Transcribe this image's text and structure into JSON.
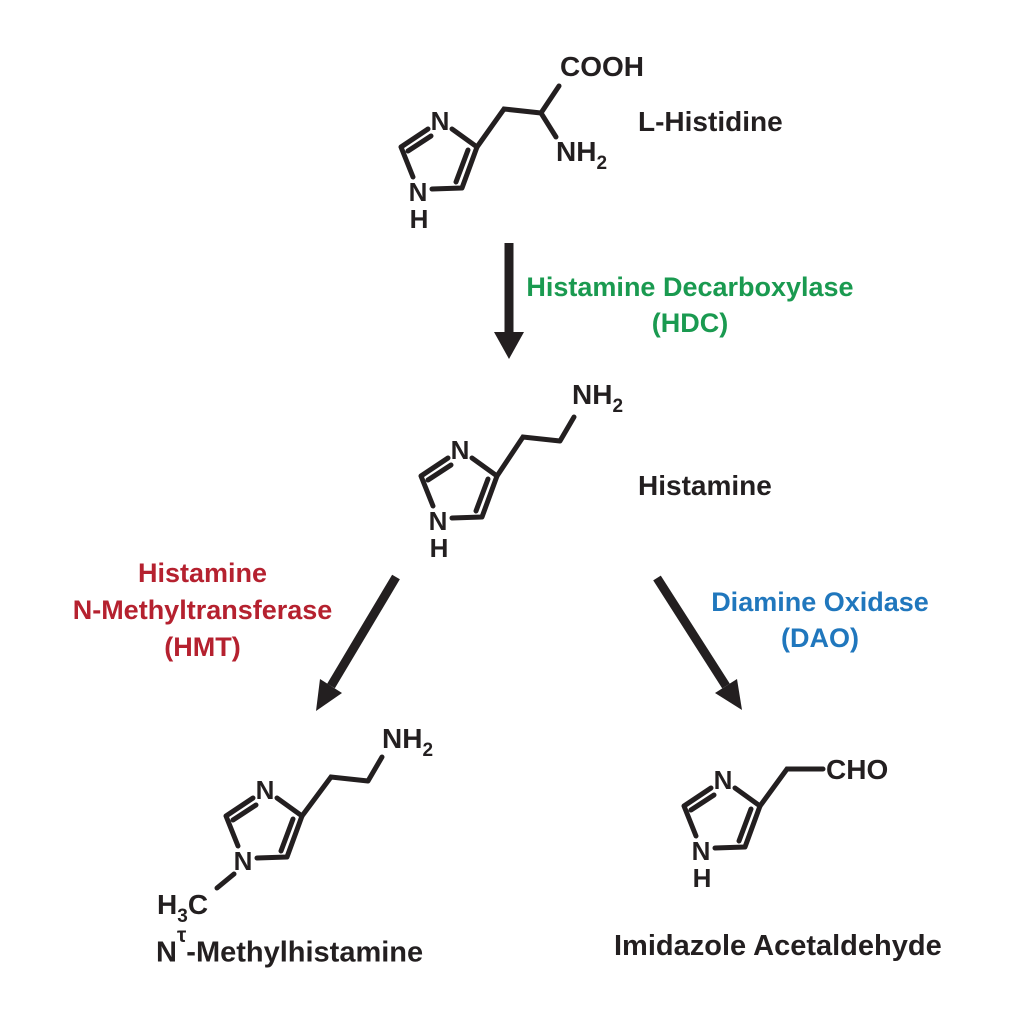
{
  "palette": {
    "ink": "#231f20",
    "green": "#1a9a50",
    "red": "#b5212f",
    "blue": "#2077bd",
    "background": "#ffffff"
  },
  "atoms": {
    "n": "N",
    "h": "H",
    "nh": "NH",
    "sub2": "2",
    "sub3": "3",
    "c": "C",
    "cooh": "COOH",
    "cho": "CHO"
  },
  "molecules": {
    "histidine": {
      "name": "L-Histidine"
    },
    "histamine": {
      "name": "Histamine"
    },
    "methylhistamine": {
      "prefix": "N",
      "tau": "τ",
      "suffix": "-Methylhistamine"
    },
    "acetaldehyde": {
      "name": "Imidazole Acetaldehyde"
    }
  },
  "enzymes": {
    "hdc": {
      "name": "Histamine Decarboxylase",
      "abbr": "(HDC)"
    },
    "hmt": {
      "line1": "Histamine",
      "line2": "N-Methyltransferase",
      "abbr": "(HMT)"
    },
    "dao": {
      "name": "Diamine Oxidase",
      "abbr": "(DAO)"
    }
  }
}
